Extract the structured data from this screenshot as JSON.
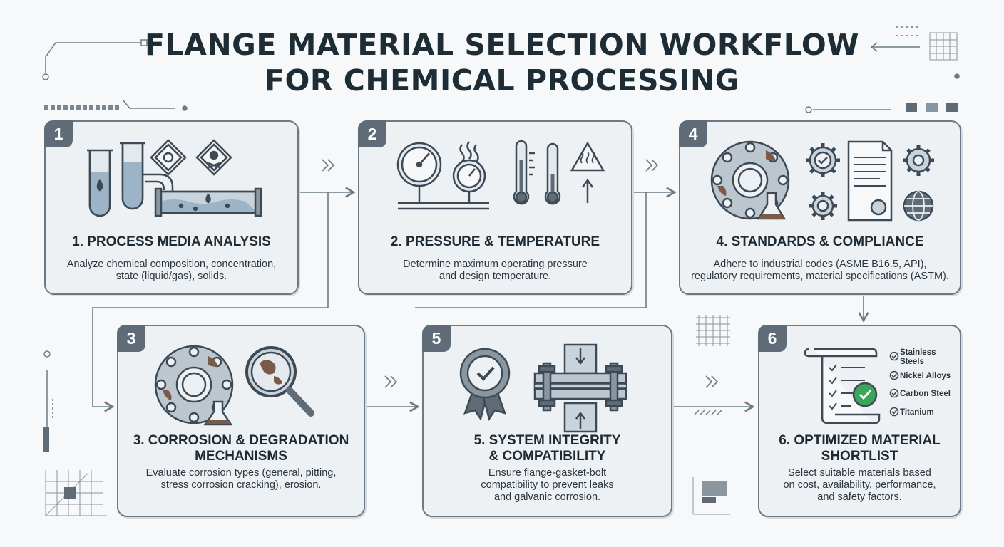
{
  "title": {
    "line1": "FLANGE MATERIAL SELECTION WORKFLOW",
    "line2": "FOR CHEMICAL PROCESSING"
  },
  "steps": [
    {
      "badge": "1",
      "title": "1. PROCESS MEDIA ANALYSIS",
      "desc_lines": [
        "Analyze chemical composition, concentration,",
        "state (liquid/gas), solids."
      ]
    },
    {
      "badge": "2",
      "title": "2. PRESSURE & TEMPERATURE",
      "desc_lines": [
        "Determine maximum operating pressure",
        "and design temperature."
      ]
    },
    {
      "badge": "4",
      "title": "4. STANDARDS & COMPLIANCE",
      "desc_lines": [
        "Adhere to industrial codes (ASME B16.5, API),",
        "regulatory requirements, material specifications (ASTM)."
      ]
    },
    {
      "badge": "3",
      "title_lines": [
        "3. CORROSION & DEGRADATION",
        "MECHANISMS"
      ],
      "desc_lines": [
        "Evaluate corrosion types (general, pitting,",
        "stress corrosion cracking), erosion."
      ]
    },
    {
      "badge": "5",
      "title_lines": [
        "5. SYSTEM INTEGRITY",
        "& COMPATIBILITY"
      ],
      "desc_lines": [
        "Ensure flange-gasket-bolt",
        "compatibility to prevent leaks",
        "and galvanic corrosion."
      ]
    },
    {
      "badge": "6",
      "title_lines": [
        "6. OPTIMIZED MATERIAL",
        "SHORTLIST"
      ],
      "desc_lines": [
        "Select suitable materials based",
        "on cost, availability, performance,",
        "and safety factors."
      ]
    }
  ],
  "shortlist": [
    "Stainless Steels",
    "Nickel Alloys",
    "Carbon Steel",
    "Titanium"
  ],
  "colors": {
    "card_bg": "#eef1f4",
    "border": "#6c7a85",
    "badge": "#5f6c77",
    "check_green": "#3aa65a",
    "rust": "#7a5a48",
    "liquid": "#9db4c8"
  }
}
